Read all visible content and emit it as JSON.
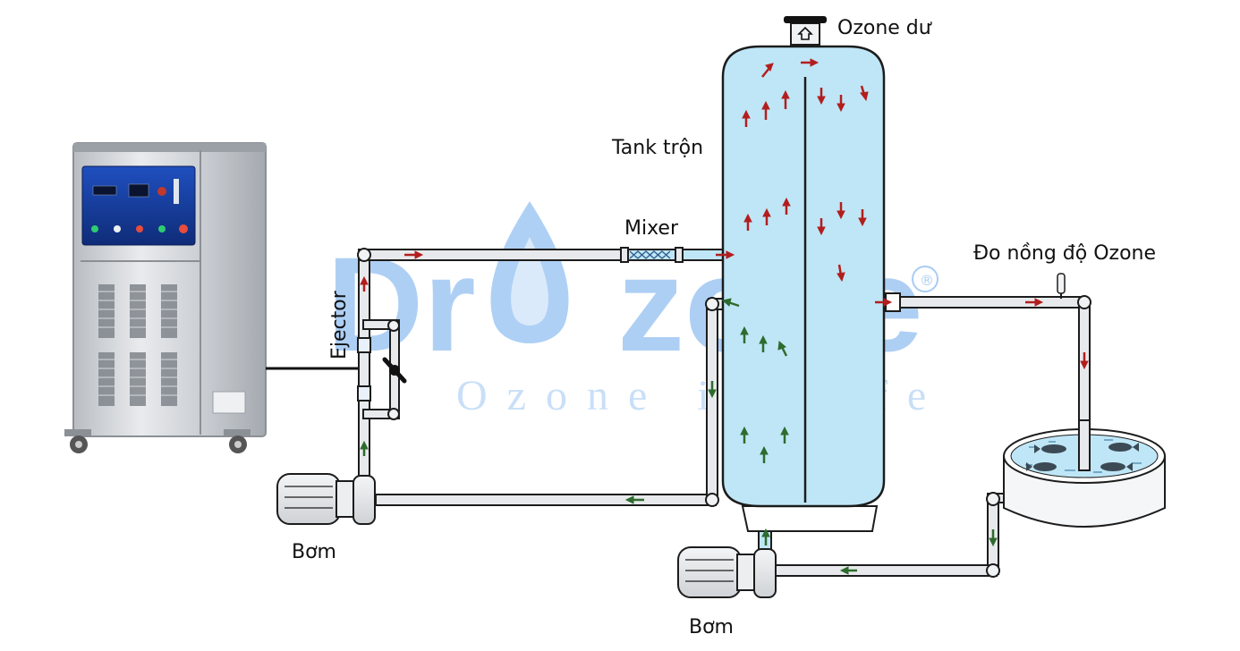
{
  "labels": {
    "ozone_du": "Ozone dư",
    "tank_tron": "Tank trộn",
    "mixer": "Mixer",
    "do_nong_do": "Đo nồng độ Ozone",
    "ejector": "Ejector",
    "bom_left": "Bơm",
    "bom_bottom": "Bơm"
  },
  "watermark": {
    "brand": "Dr Ozone",
    "tagline": "Ozone is Life",
    "registered": "®"
  },
  "colors": {
    "water": "#bfe6f6",
    "tank_outline": "#1c1c1c",
    "arrow_red": "#b21e1e",
    "arrow_green": "#2e6b2e",
    "watermark": "#3f8fe6",
    "panel_blue": "#2050b0"
  }
}
